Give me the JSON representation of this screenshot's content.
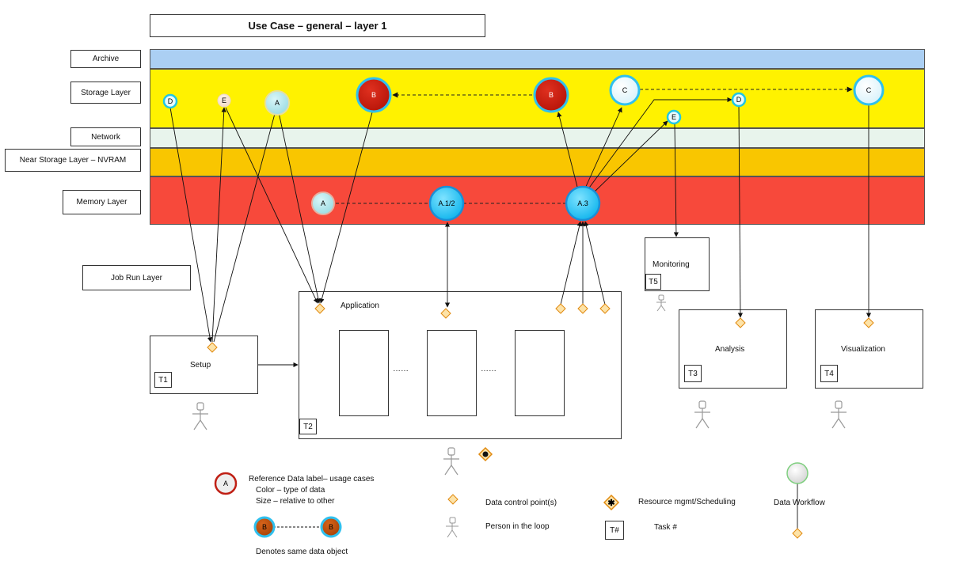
{
  "title": "Use Case – general – layer 1",
  "layers": {
    "archive": "Archive",
    "storage": "Storage Layer",
    "network": "Network",
    "near_storage": "Near Storage Layer – NVRAM",
    "memory": "Memory Layer",
    "job_run": "Job Run Layer"
  },
  "colors": {
    "archive": "#abcff3",
    "storage": "#fff200",
    "network": "#e8f4ec",
    "near_storage": "#f9c600",
    "memory": "#f7493b",
    "node_cyan": "#2bc8f4",
    "node_lightcyan": "#aee3ea",
    "node_red": "#c81c0e",
    "node_pale": "#e8f8fc"
  },
  "nodes": {
    "storage_d1": "D",
    "storage_e1": "E",
    "storage_a": "A",
    "storage_b1": "B",
    "storage_b2": "B",
    "storage_c1": "C",
    "storage_d2": "D",
    "storage_c2": "C",
    "network_e": "E",
    "memory_a": "A",
    "memory_a12": "A.1/2",
    "memory_a3": "A.3"
  },
  "tasks": {
    "setup": {
      "label": "Setup",
      "tag": "T1"
    },
    "application": {
      "label": "Application",
      "tag": "T2"
    },
    "analysis": {
      "label": "Analysis",
      "tag": "T3"
    },
    "visualization": {
      "label": "Visualization",
      "tag": "T4"
    },
    "monitoring": {
      "label": "Monitoring",
      "tag": "T5"
    },
    "app_dots": "……"
  },
  "legend": {
    "ref_symbol": "A",
    "ref_title": "Reference Data label– usage cases",
    "ref_color": "Color – type of data",
    "ref_size": "Size – relative to other",
    "same_symbol": "B",
    "same_object": "Denotes same data object",
    "control_point": "Data control point(s)",
    "person": "Person in the loop",
    "resource": "Resource mgmt/Scheduling",
    "task_symbol": "T#",
    "task": "Task #",
    "workflow": "Data Workflow"
  }
}
